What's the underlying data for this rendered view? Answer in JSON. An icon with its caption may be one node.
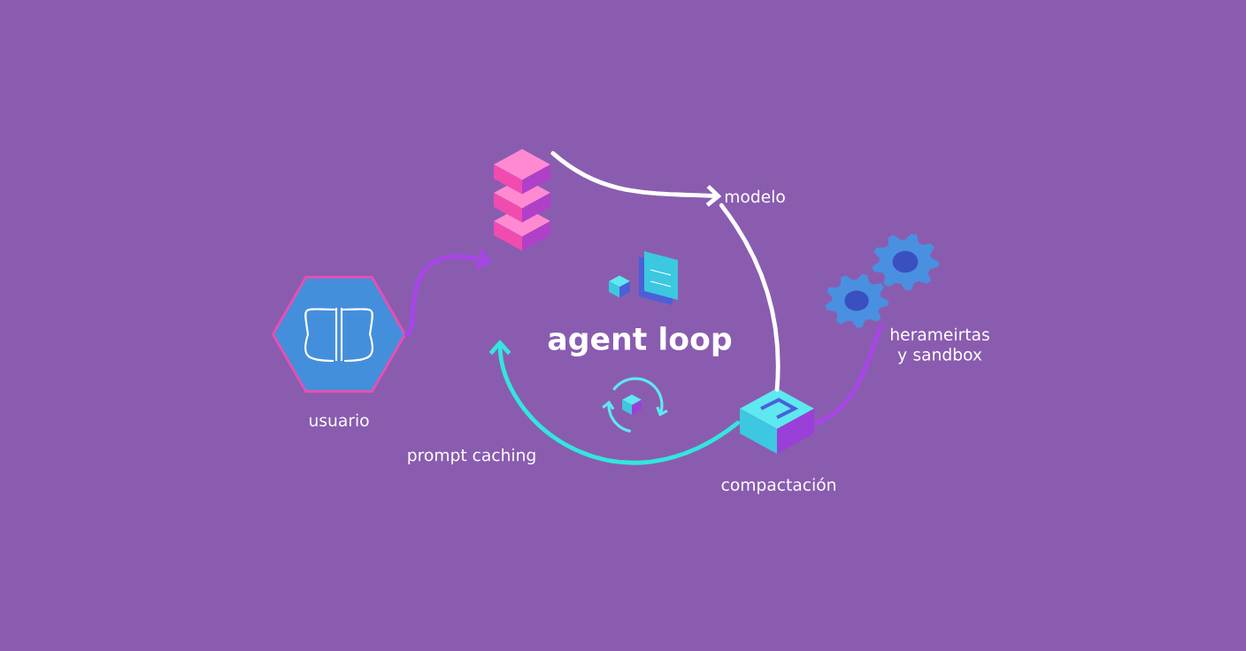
{
  "diagram": {
    "title": "agent loop",
    "nodes": [
      {
        "text": [
          "usuario"
        ]
      },
      {
        "text": [],
        "shape": "picture"
      },
      {
        "text": [
          "modelo"
        ]
      },
      {
        "text": [
          "herameirtas y sandbox"
        ]
      },
      {
        "text": [
          "compactación"
        ]
      }
    ],
    "edges": [
      {
        "from": 0,
        "to": 1,
        "arrow": "to",
        "color": "#a845e8"
      },
      {
        "from": 1,
        "to": 2,
        "arrow": "to",
        "color": "#ffffff"
      },
      {
        "from": 2,
        "to": 4,
        "arrow": "none",
        "color": "#ffffff"
      },
      {
        "from": 3,
        "to": 4,
        "arrow": "none",
        "color": "#a845e8"
      },
      {
        "from": 4,
        "to": null,
        "arrow": "to",
        "color": "#33e6de"
      }
    ],
    "labels": [
      "prompt caching"
    ]
  }
}
